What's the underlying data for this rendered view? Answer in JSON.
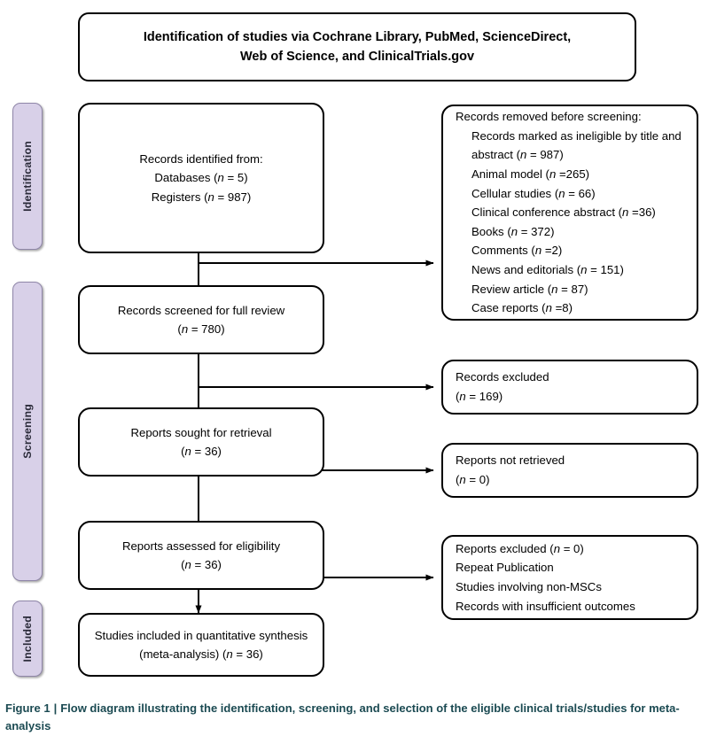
{
  "figure": {
    "title_lines": [
      "Identification of studies via Cochrane Library, PubMed, ScienceDirect,",
      "Web of Science, and ClinicalTrials.gov"
    ],
    "caption_label": "Figure 1",
    "caption_separator": "|",
    "caption_text": "Flow diagram illustrating the identification, screening, and selection of the eligible clinical trials/studies for meta-analysis",
    "caption_color": "#1b4a52"
  },
  "stages": [
    {
      "name": "identification",
      "label": "Identification"
    },
    {
      "name": "screening",
      "label": "Screening"
    },
    {
      "name": "included",
      "label": "Included"
    }
  ],
  "stage_bar_color": "#d8d0e8",
  "flow": {
    "identified": {
      "lines": [
        "Records identified from:",
        "Databases (n = 5)",
        "Registers (n = 987)"
      ]
    },
    "screened": {
      "lines": [
        "Records screened for full review",
        "(n = 780)"
      ]
    },
    "sought": {
      "lines": [
        "Reports sought for retrieval",
        "(n = 36)"
      ]
    },
    "assessed": {
      "lines": [
        "Reports assessed for eligibility",
        "(n = 36)"
      ]
    },
    "included": {
      "lines": [
        "Studies included in quantitative synthesis",
        "(meta-analysis) (n = 36)"
      ]
    }
  },
  "exclusions": {
    "removed_before_screening": {
      "header": "Records removed before screening:",
      "items": [
        "Records marked as ineligible by title and",
        "abstract (n = 987)",
        "Animal model (n =265)",
        "Cellular studies (n = 66)",
        "Clinical conference abstract (n =36)",
        "Books (n = 372)",
        "Comments (n =2)",
        "News and editorials (n = 151)",
        "Review article (n = 87)",
        "Case reports (n =8)"
      ]
    },
    "records_excluded": {
      "lines": [
        "Records excluded",
        "(n = 169)"
      ]
    },
    "reports_not_retrieved": {
      "lines": [
        "Reports not retrieved",
        "(n = 0)"
      ]
    },
    "reports_excluded": {
      "lines": [
        "Reports excluded (n = 0)",
        "Repeat Publication",
        "Studies involving non-MSCs",
        "Records with insufficient outcomes"
      ]
    }
  }
}
